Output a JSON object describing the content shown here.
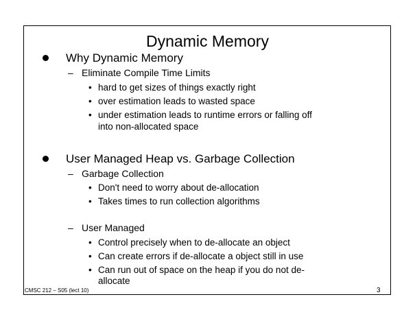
{
  "slide": {
    "title": "Dynamic Memory",
    "footer": "CMSC 212 – S05 (lect 10)",
    "page_number": "3",
    "sections": [
      {
        "heading": "Why Dynamic Memory",
        "subsections": [
          {
            "label": "Eliminate Compile Time Limits",
            "items": [
              "hard to get sizes of things exactly right",
              "over estimation leads to wasted space",
              "under estimation leads to runtime errors or falling off",
              "into non-allocated space"
            ]
          }
        ]
      },
      {
        "heading": "User Managed Heap vs. Garbage Collection",
        "subsections": [
          {
            "label": "Garbage Collection",
            "items": [
              "Don't need to worry about de-allocation",
              "Takes times to run collection algorithms"
            ]
          },
          {
            "label": "User Managed",
            "items": [
              "Control precisely when to de-allocate an object",
              "Can create errors if de-allocate a object still in use",
              "Can run out of space on the heap if you do not de-",
              "allocate"
            ]
          }
        ]
      }
    ]
  }
}
